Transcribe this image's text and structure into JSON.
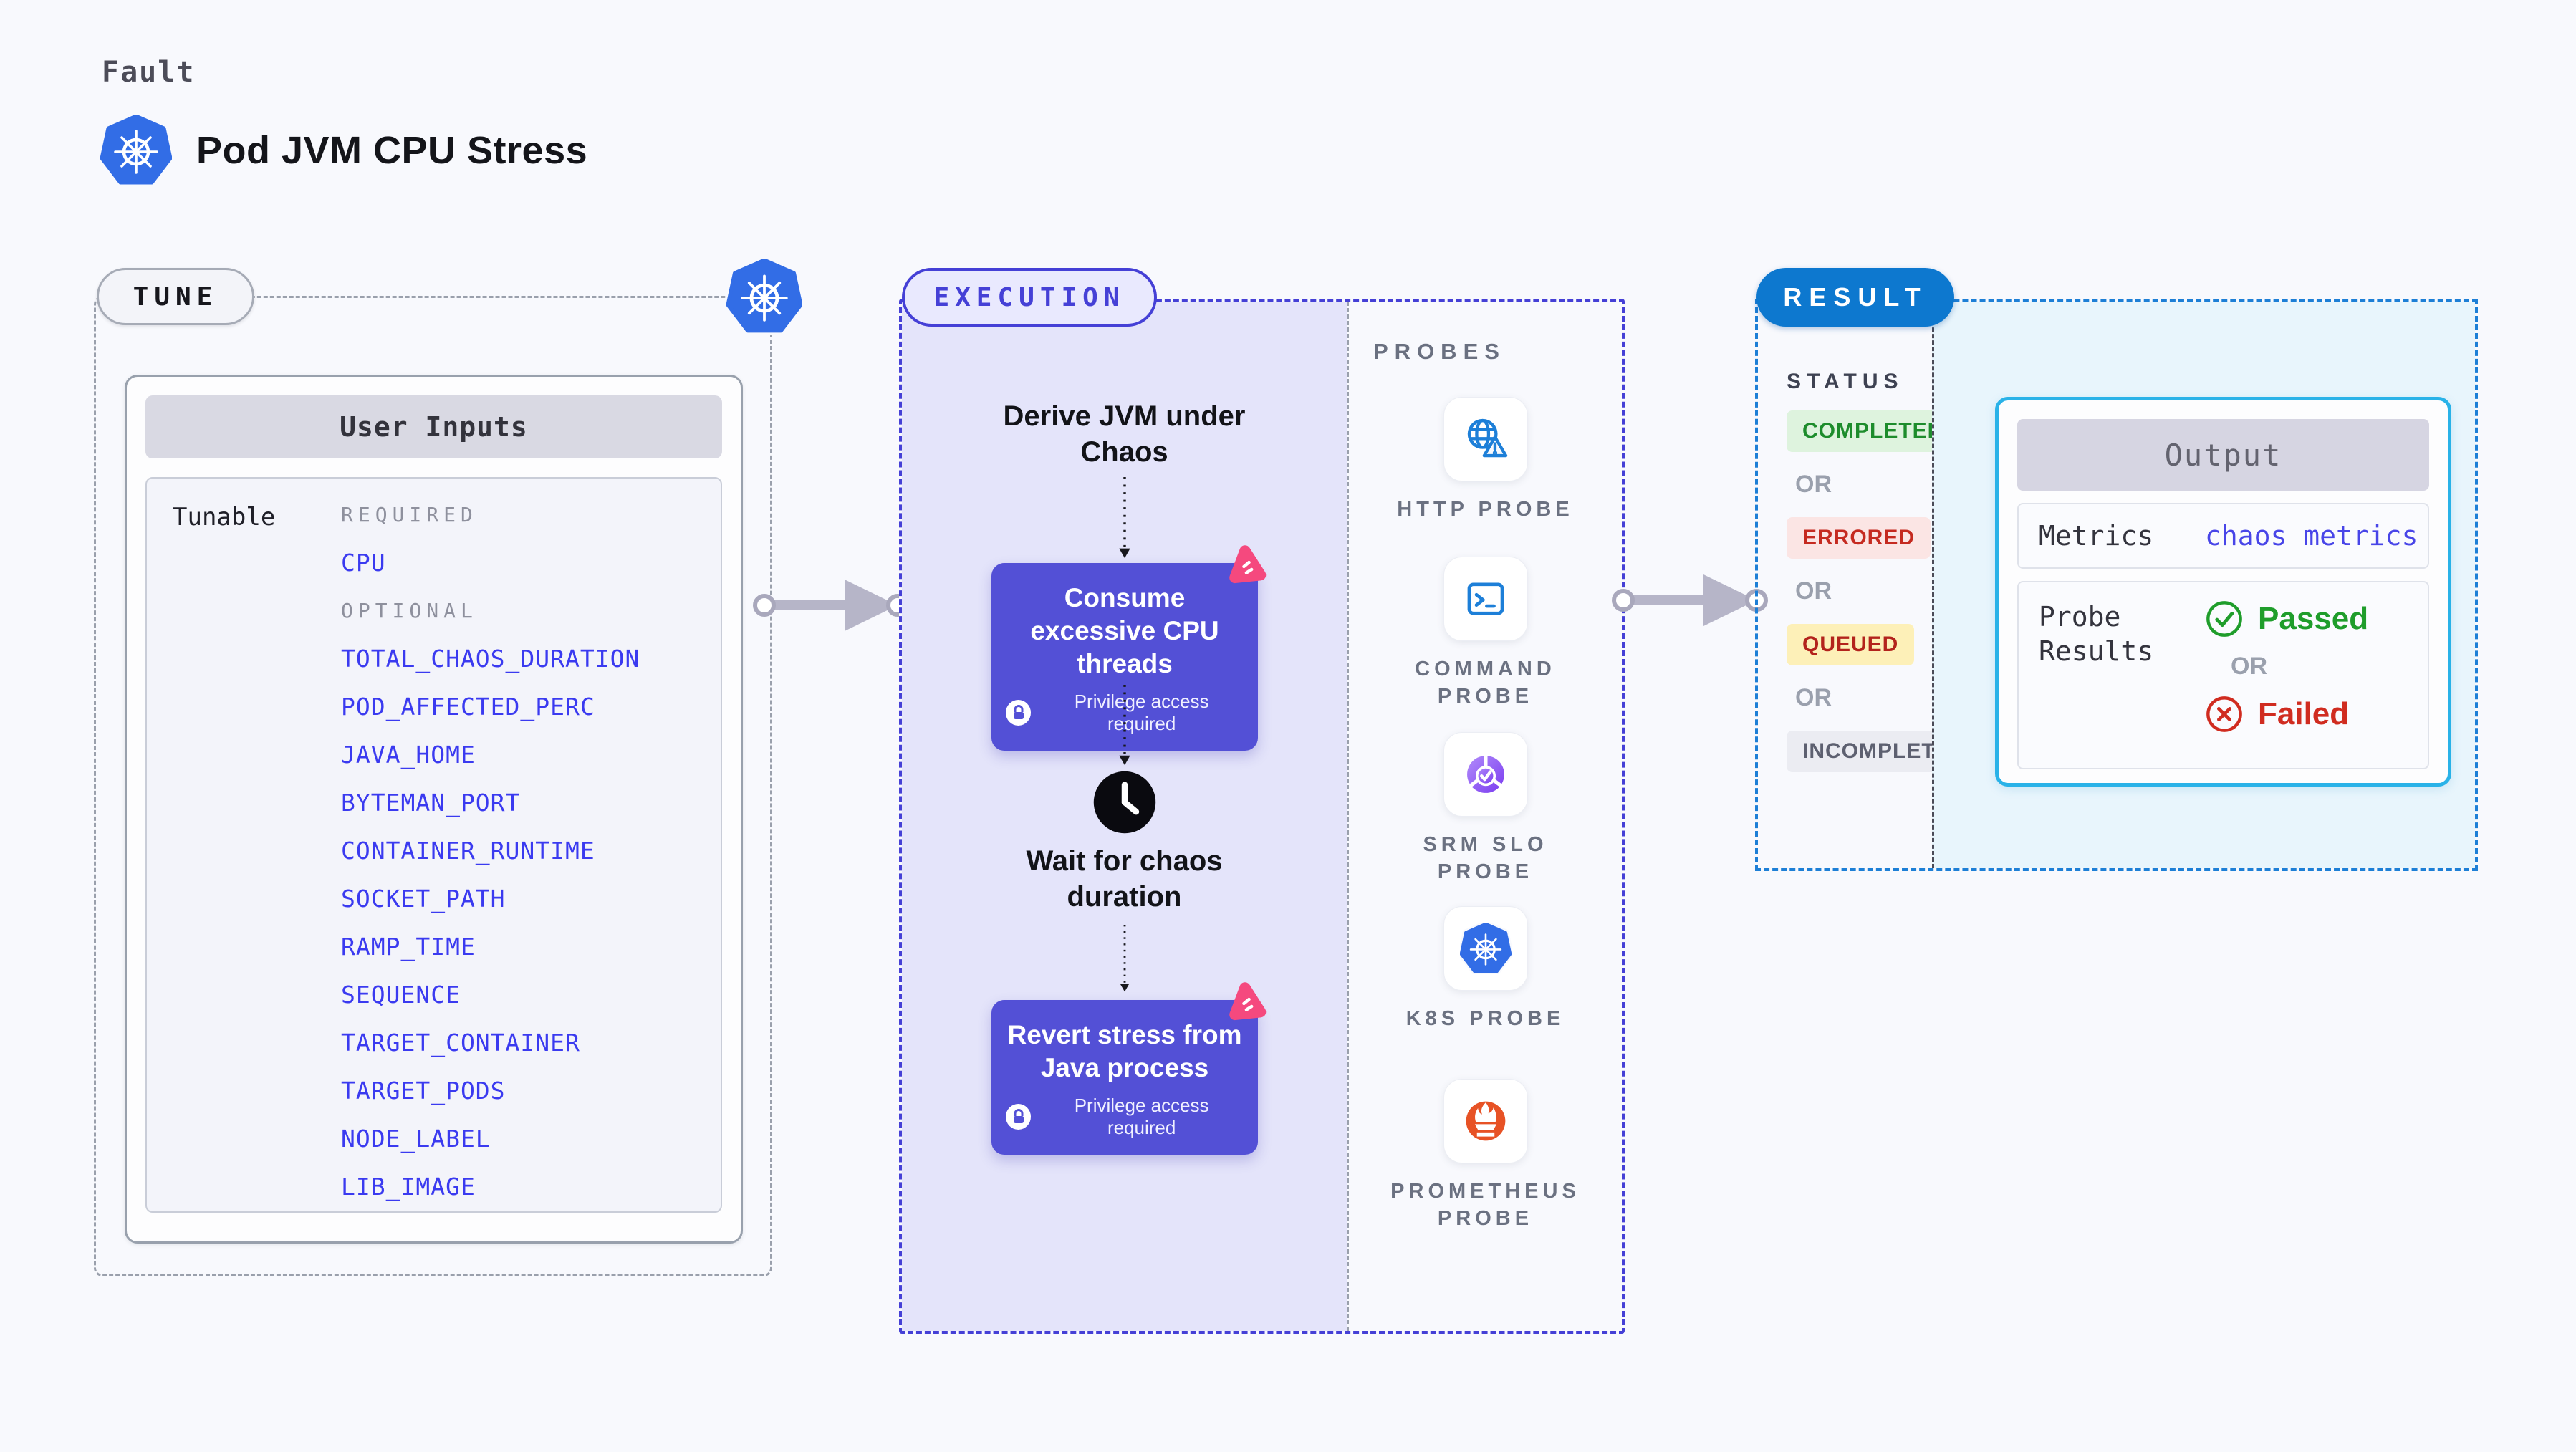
{
  "header": {
    "kicker": "Fault",
    "title": "Pod JVM CPU Stress"
  },
  "tune": {
    "badge": "TUNE",
    "panel_title": "User Inputs",
    "row_label": "Tunable",
    "required_label": "REQUIRED",
    "optional_label": "OPTIONAL",
    "required_inputs": [
      "CPU"
    ],
    "optional_inputs": [
      "TOTAL_CHAOS_DURATION",
      "POD_AFFECTED_PERC",
      "JAVA_HOME",
      "BYTEMAN_PORT",
      "CONTAINER_RUNTIME",
      "SOCKET_PATH",
      "RAMP_TIME",
      "SEQUENCE",
      "TARGET_CONTAINER",
      "TARGET_PODS",
      "NODE_LABEL",
      "LIB_IMAGE"
    ]
  },
  "execution": {
    "badge": "EXECUTION",
    "step_derive": "Derive JVM under Chaos",
    "step_consume": "Consume excessive CPU threads",
    "step_wait": "Wait for chaos duration",
    "step_revert": "Revert stress from Java process",
    "privilege_note": "Privilege access required"
  },
  "probes": {
    "heading": "PROBES",
    "items": [
      {
        "label": "HTTP PROBE",
        "icon": "globe-alert-icon"
      },
      {
        "label": "COMMAND PROBE",
        "icon": "terminal-icon"
      },
      {
        "label": "SRM SLO PROBE",
        "icon": "slo-gauge-icon"
      },
      {
        "label": "K8S PROBE",
        "icon": "kubernetes-icon"
      },
      {
        "label": "PROMETHEUS PROBE",
        "icon": "prometheus-flame-icon"
      }
    ]
  },
  "result": {
    "badge": "RESULT",
    "status_heading": "STATUS",
    "or_label": "OR",
    "statuses": [
      {
        "label": "COMPLETED",
        "bg": "#def3de",
        "color": "#1d8c2c"
      },
      {
        "label": "ERRORED",
        "bg": "#fbe5e4",
        "color": "#c52a20"
      },
      {
        "label": "QUEUED",
        "bg": "#fdf0b8",
        "color": "#b3231c"
      },
      {
        "label": "INCOMPLETED",
        "bg": "#ebecf2",
        "color": "#5d6070"
      }
    ],
    "output": {
      "title": "Output",
      "metrics_label": "Metrics",
      "metrics_value": "chaos metrics",
      "probe_results_label": "Probe Results",
      "passed_label": "Passed",
      "failed_label": "Failed",
      "or_label": "OR"
    }
  },
  "colors": {
    "kubernetes_blue": "#326de6",
    "execution_indigo": "#4540d6",
    "execution_bg": "#e4e4fa",
    "action_purple": "#5350d6",
    "chaos_pink": "#f5497e",
    "result_blue": "#0d78cf",
    "output_border_cyan": "#29b2e8",
    "probe_icon_blue": "#1d7fd8",
    "prometheus_orange": "#e75225",
    "passed_green": "#1f9d2b",
    "failed_red": "#d02c20",
    "env_var_blue": "#3a3af0"
  }
}
